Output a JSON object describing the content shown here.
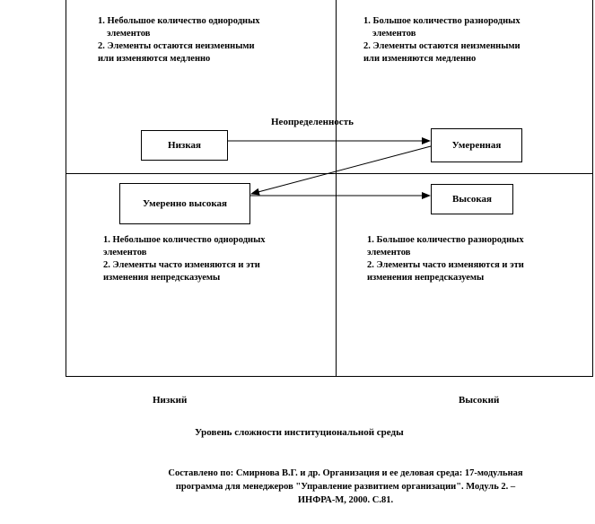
{
  "quadrants": {
    "top_left": [
      "1. Небольшое количество однородных",
      "элементов",
      "2. Элементы остаются неизменными",
      "или изменяются медленно"
    ],
    "top_right": [
      "1. Большое количество разнородных",
      "элементов",
      "2. Элементы остаются неизменными",
      "или изменяются медленно"
    ],
    "bottom_left": [
      "1. Небольшое количество однородных",
      "элементов",
      "2. Элементы часто изменяются и эти",
      "изменения непредсказуемы"
    ],
    "bottom_right": [
      "1. Большое количество разнородных",
      "элементов",
      "2. Элементы часто изменяются и эти",
      "изменения непредсказуемы"
    ]
  },
  "uncertainty_title": "Неопределенность",
  "boxes": {
    "low": "Низкая",
    "moderate": "Умеренная",
    "moderately_high": "Умеренно высокая",
    "high": "Высокая"
  },
  "x_axis": {
    "low": "Низкий",
    "high": "Высокий",
    "title": "Уровень сложности институциональной среды"
  },
  "source": [
    "Составлено по: Смирнова В.Г. и др. Организация и ее деловая среда: 17-модульная",
    "программа для менеджеров \"Управление развитием организации\". Модуль 2. –",
    "ИНФРА-М, 2000. С.81."
  ]
}
